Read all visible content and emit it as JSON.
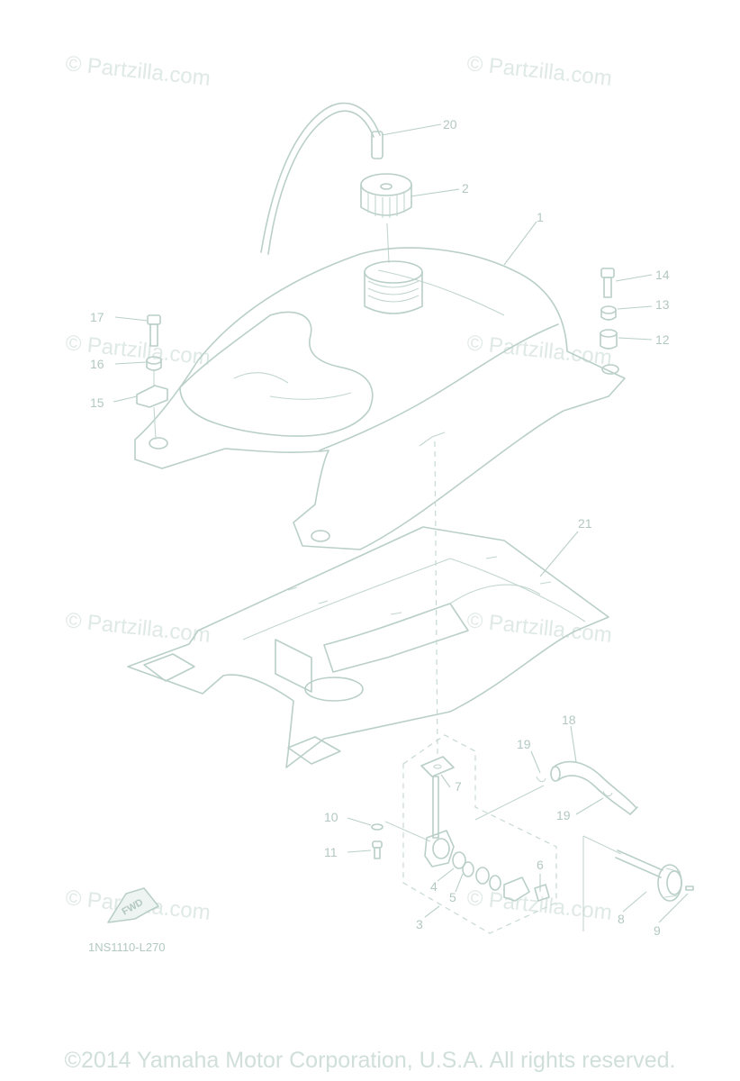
{
  "watermarks": [
    "© Partzilla.com",
    "© Partzilla.com",
    "© Partzilla.com",
    "© Partzilla.com",
    "© Partzilla.com",
    "© Partzilla.com",
    "© Partzilla.com",
    "© Partzilla.com"
  ],
  "callouts": [
    "20",
    "2",
    "1",
    "14",
    "13",
    "12",
    "17",
    "16",
    "15",
    "21",
    "18",
    "19",
    "19",
    "7",
    "10",
    "11",
    "4",
    "5",
    "6",
    "3",
    "8",
    "9"
  ],
  "fwd_label": "FWD",
  "diagram_code": "1NS1110-L270",
  "copyright": "©2014 Yamaha Motor Corporation, U.S.A. All rights reserved."
}
